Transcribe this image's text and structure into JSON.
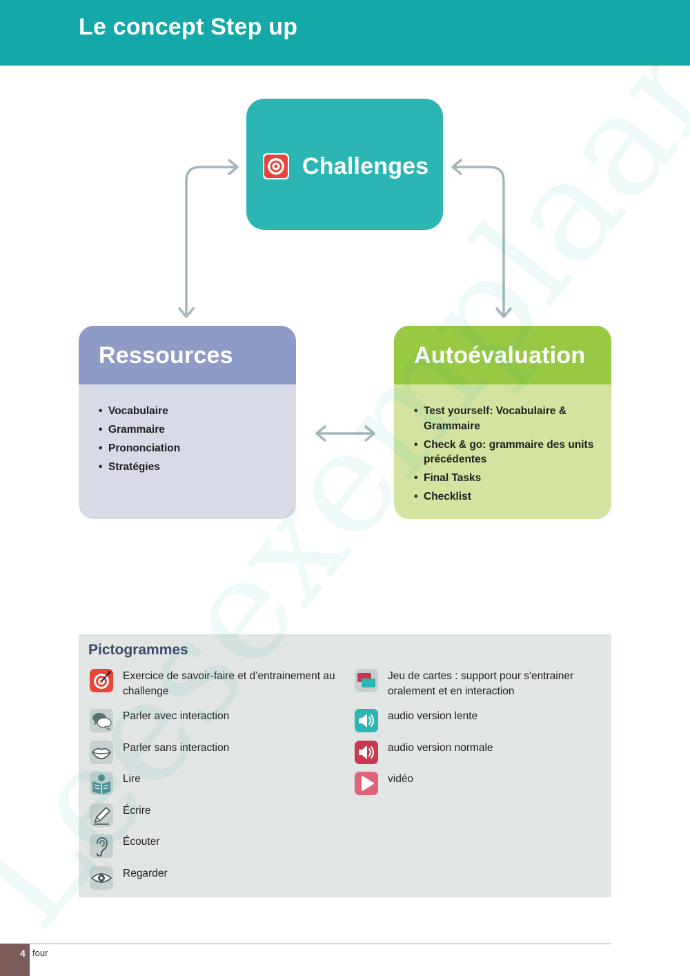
{
  "header": {
    "title": "Le concept Step up"
  },
  "diagram": {
    "challenges": {
      "label": "Challenges",
      "icon": "target-icon"
    },
    "ressources": {
      "title": "Ressources",
      "items": [
        "Vocabulaire",
        "Grammaire",
        "Prononciation",
        "Stratégies"
      ]
    },
    "autoevaluation": {
      "title": "Autoévaluation",
      "items": [
        "Test yourself: Vocabulaire & Grammaire",
        "Check & go: grammaire des units précédentes",
        "Final Tasks",
        "Checklist"
      ]
    }
  },
  "pictogrammes": {
    "title": "Pictogrammes",
    "left": [
      {
        "icon": "target-icon",
        "text": "Exercice de savoir-faire et d’entrainement au challenge"
      },
      {
        "icon": "speech-bubbles-icon",
        "text": "Parler avec interaction"
      },
      {
        "icon": "lips-icon",
        "text": "Parler sans interaction"
      },
      {
        "icon": "reader-book-icon",
        "text": "Lire"
      },
      {
        "icon": "pencil-icon",
        "text": "Écrire"
      },
      {
        "icon": "ear-icon",
        "text": "Écouter"
      },
      {
        "icon": "eye-icon",
        "text": "Regarder"
      }
    ],
    "right": [
      {
        "icon": "cards-icon",
        "text": "Jeu de cartes : support pour s'entrainer oralement et en interaction"
      },
      {
        "icon": "speaker-slow-icon",
        "text": "audio version lente"
      },
      {
        "icon": "speaker-normal-icon",
        "text": "audio version normale"
      },
      {
        "icon": "play-icon",
        "text": "vidéo"
      }
    ]
  },
  "footer": {
    "page_number": "4",
    "page_word": "four"
  },
  "watermark": {
    "text": "Leesexemplaar"
  },
  "colors": {
    "teal": "#14a9a8",
    "challenges": "#2bb6b4",
    "ressources_head": "#8e9bc6",
    "ressources_body": "#d8dae5",
    "auto_head": "#99c943",
    "auto_body": "#d2e49f",
    "panel": "#e1e5e4",
    "arrow": "#a3b7ba"
  }
}
